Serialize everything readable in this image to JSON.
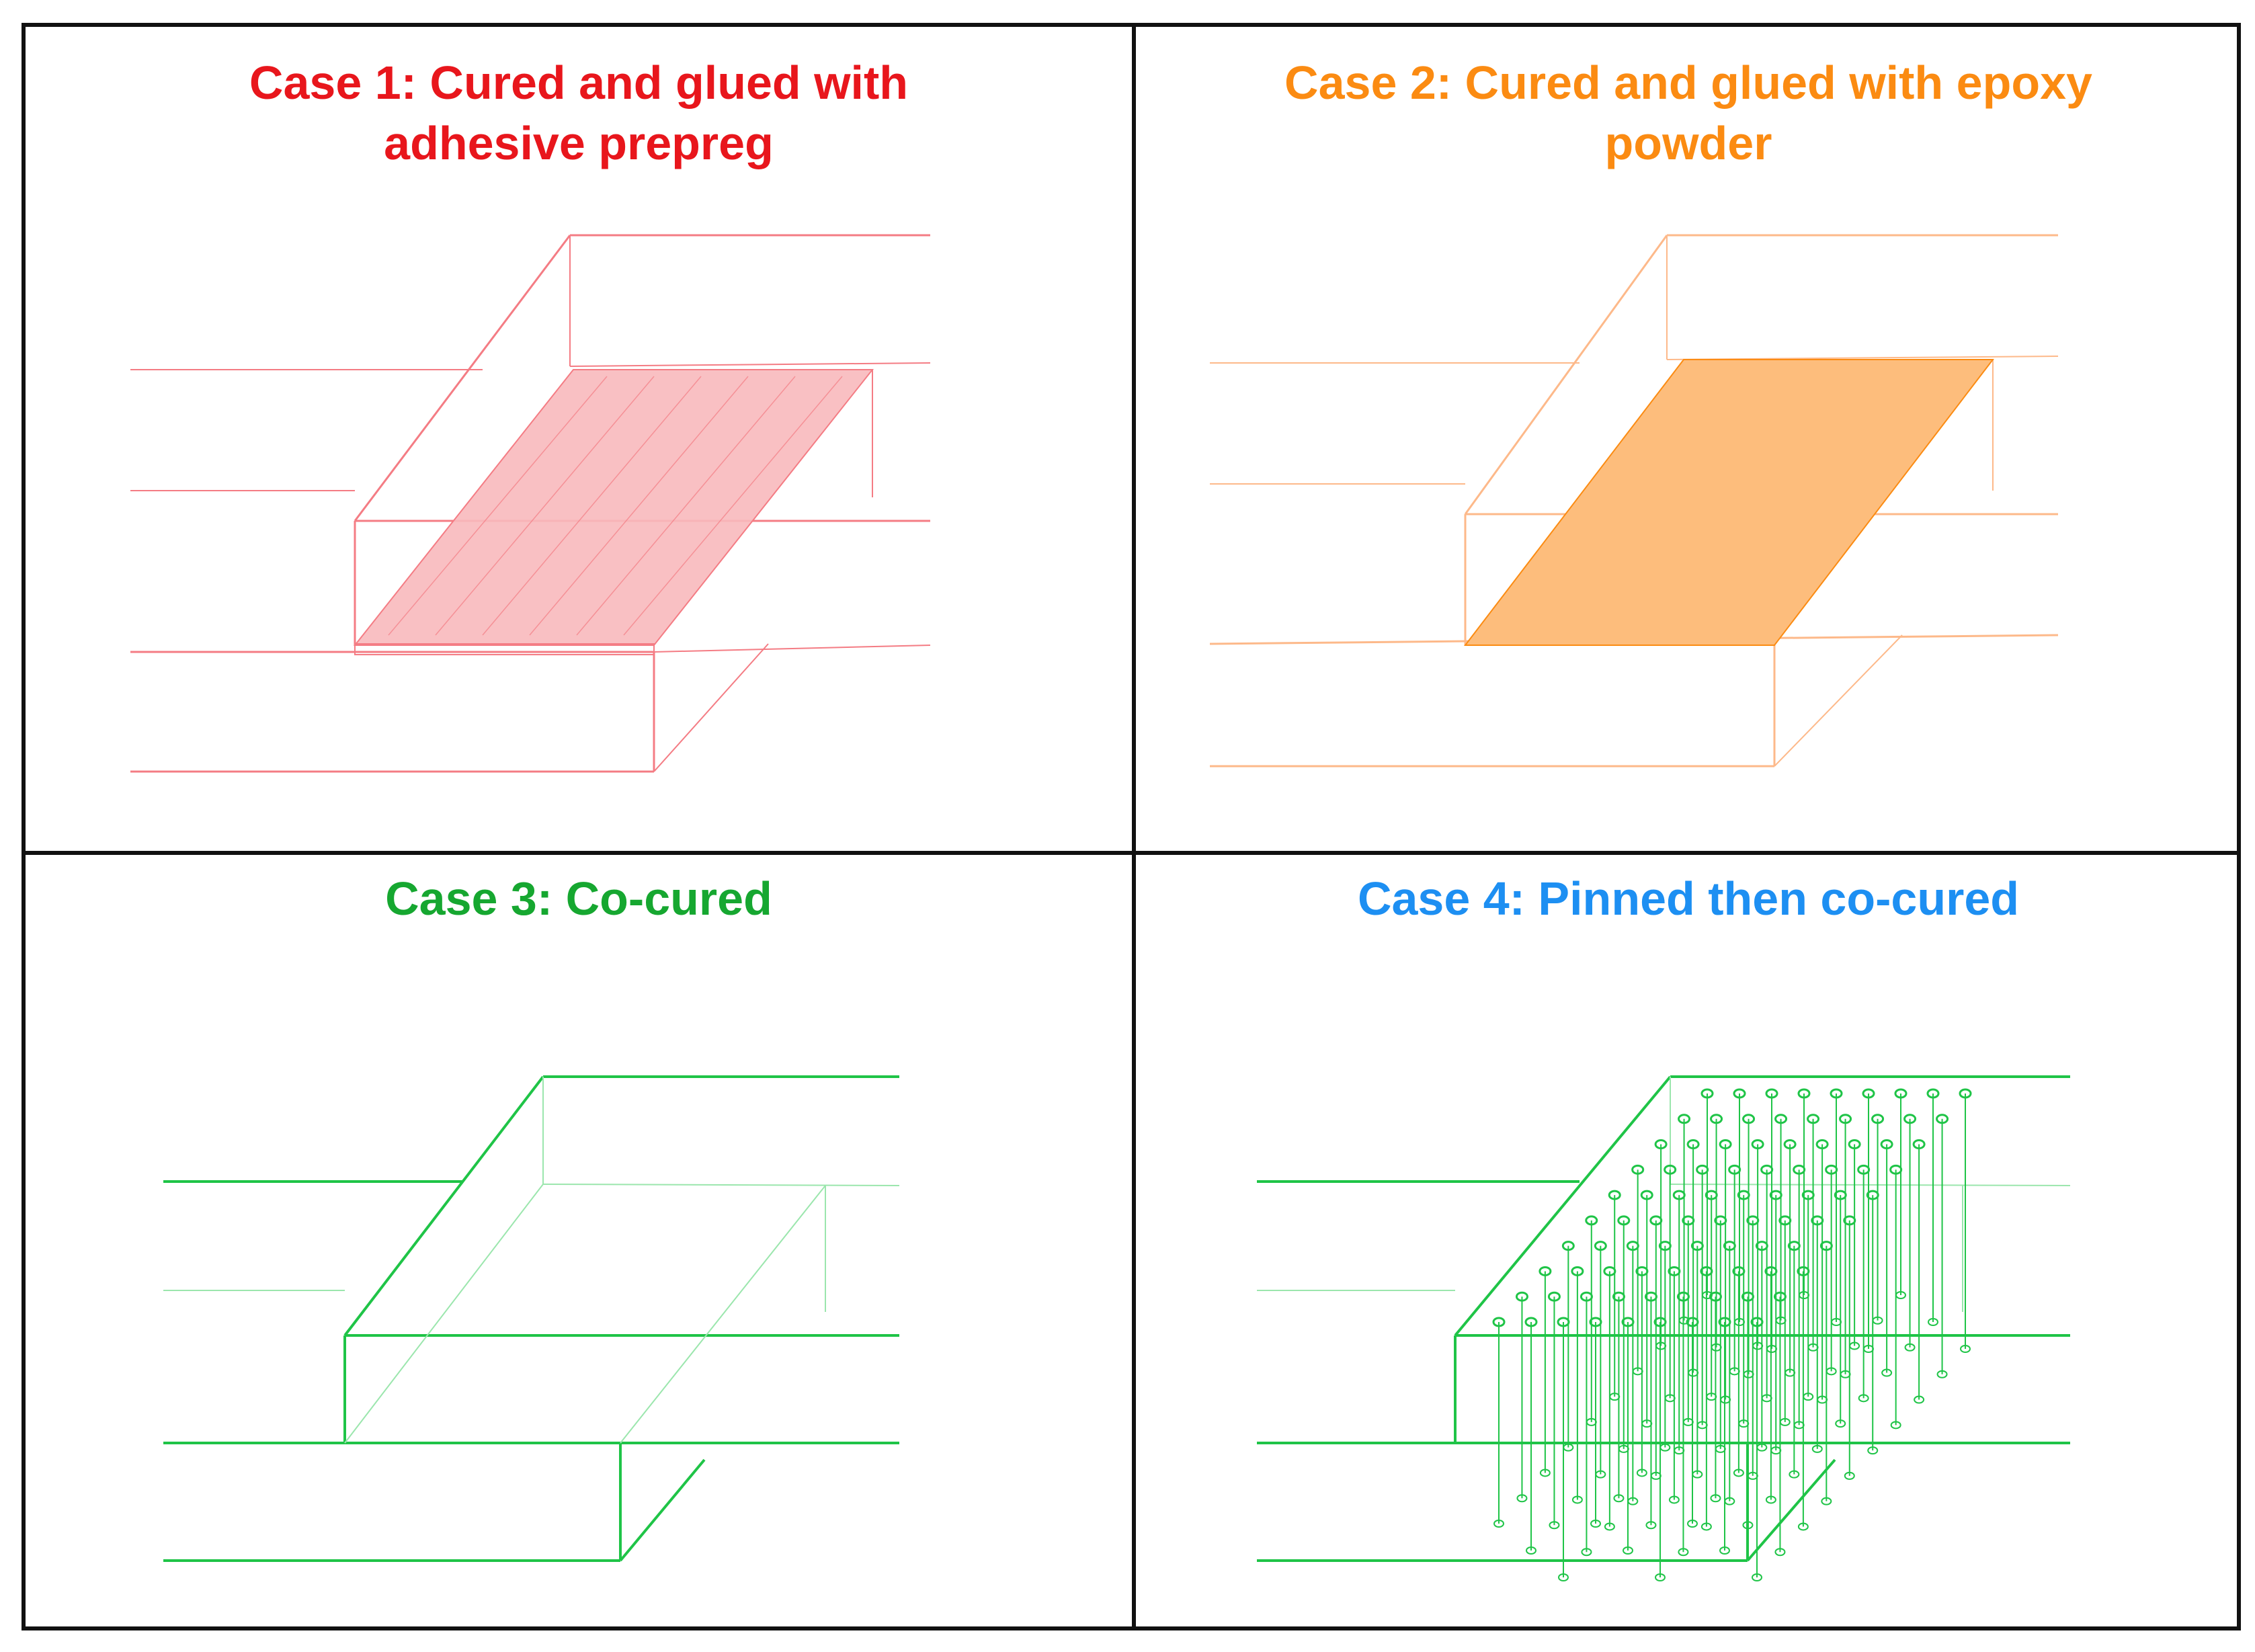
{
  "figure": {
    "panels": [
      {
        "id": "case-1",
        "title": "Case 1: Cured and glued with adhesive prepreg",
        "color": "#e8161c"
      },
      {
        "id": "case-2",
        "title": "Case 2: Cured and glued with epoxy powder",
        "color": "#fb8b12"
      },
      {
        "id": "case-3",
        "title": "Case 3: Co-cured",
        "color": "#16a730"
      },
      {
        "id": "case-4",
        "title": "Case 4: Pinned then co-cured",
        "color": "#1d8ff2"
      }
    ],
    "line_colors": {
      "case_1": "#f47c84",
      "case_2": "#fdb98a",
      "case_3": "#1fc447",
      "case_4": "#1fc447"
    },
    "fill_colors": {
      "case_1": "#f8b9bd",
      "case_2": "#fdbd7c"
    }
  }
}
